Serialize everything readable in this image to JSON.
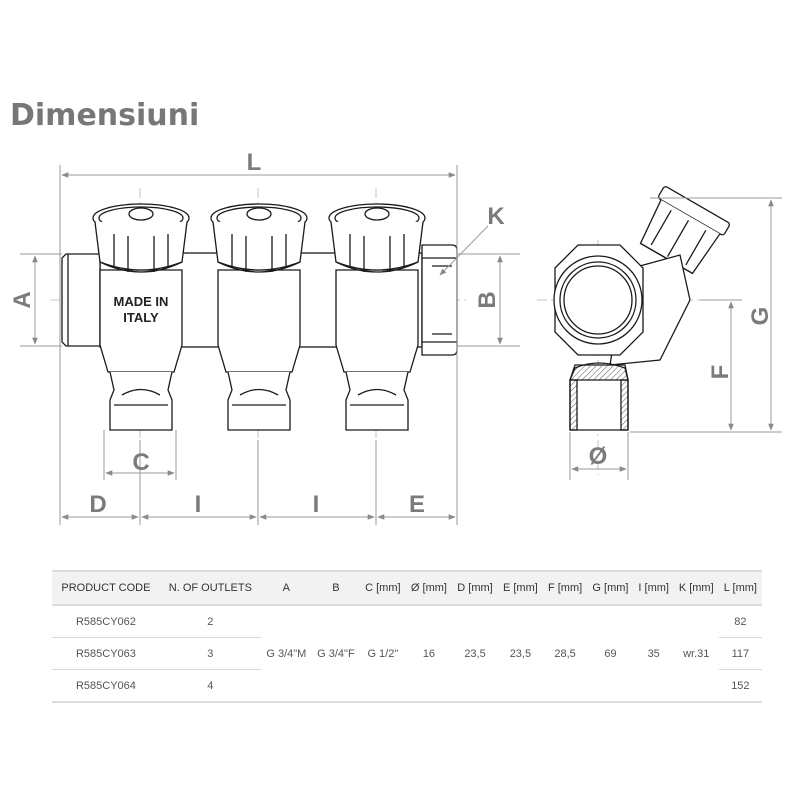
{
  "page": {
    "title": "Dimensiuni"
  },
  "drawing": {
    "front_view": {
      "stamp_line1": "MADE IN",
      "stamp_line2": "ITALY",
      "outlets_shown": 3
    },
    "dimension_labels": {
      "L": "L",
      "K": "K",
      "A": "A",
      "B": "B",
      "C": "C",
      "D": "D",
      "I1": "I",
      "I2": "I",
      "E": "E",
      "G": "G",
      "F": "F",
      "diameter": "Ø"
    },
    "colors": {
      "line": "#1a1a1a",
      "dimension": "#9a9a9a",
      "label": "#7b7b7b"
    }
  },
  "table": {
    "headers": [
      "PRODUCT CODE",
      "N. OF OUTLETS",
      "A",
      "B",
      "C [mm]",
      "Ø [mm]",
      "D [mm]",
      "E [mm]",
      "F [mm]",
      "G [mm]",
      "I [mm]",
      "K [mm]",
      "L [mm]"
    ],
    "rows": [
      {
        "code": "R585CY062",
        "outlets": "2",
        "L": "82"
      },
      {
        "code": "R585CY063",
        "outlets": "3",
        "L": "117"
      },
      {
        "code": "R585CY064",
        "outlets": "4",
        "L": "152"
      }
    ],
    "shared": {
      "A": "G 3/4\"M",
      "B": "G 3/4\"F",
      "C": "G 1/2\"",
      "diameter": "16",
      "D": "23,5",
      "E": "23,5",
      "F": "28,5",
      "G": "69",
      "I": "35",
      "K": "wr.31"
    }
  }
}
